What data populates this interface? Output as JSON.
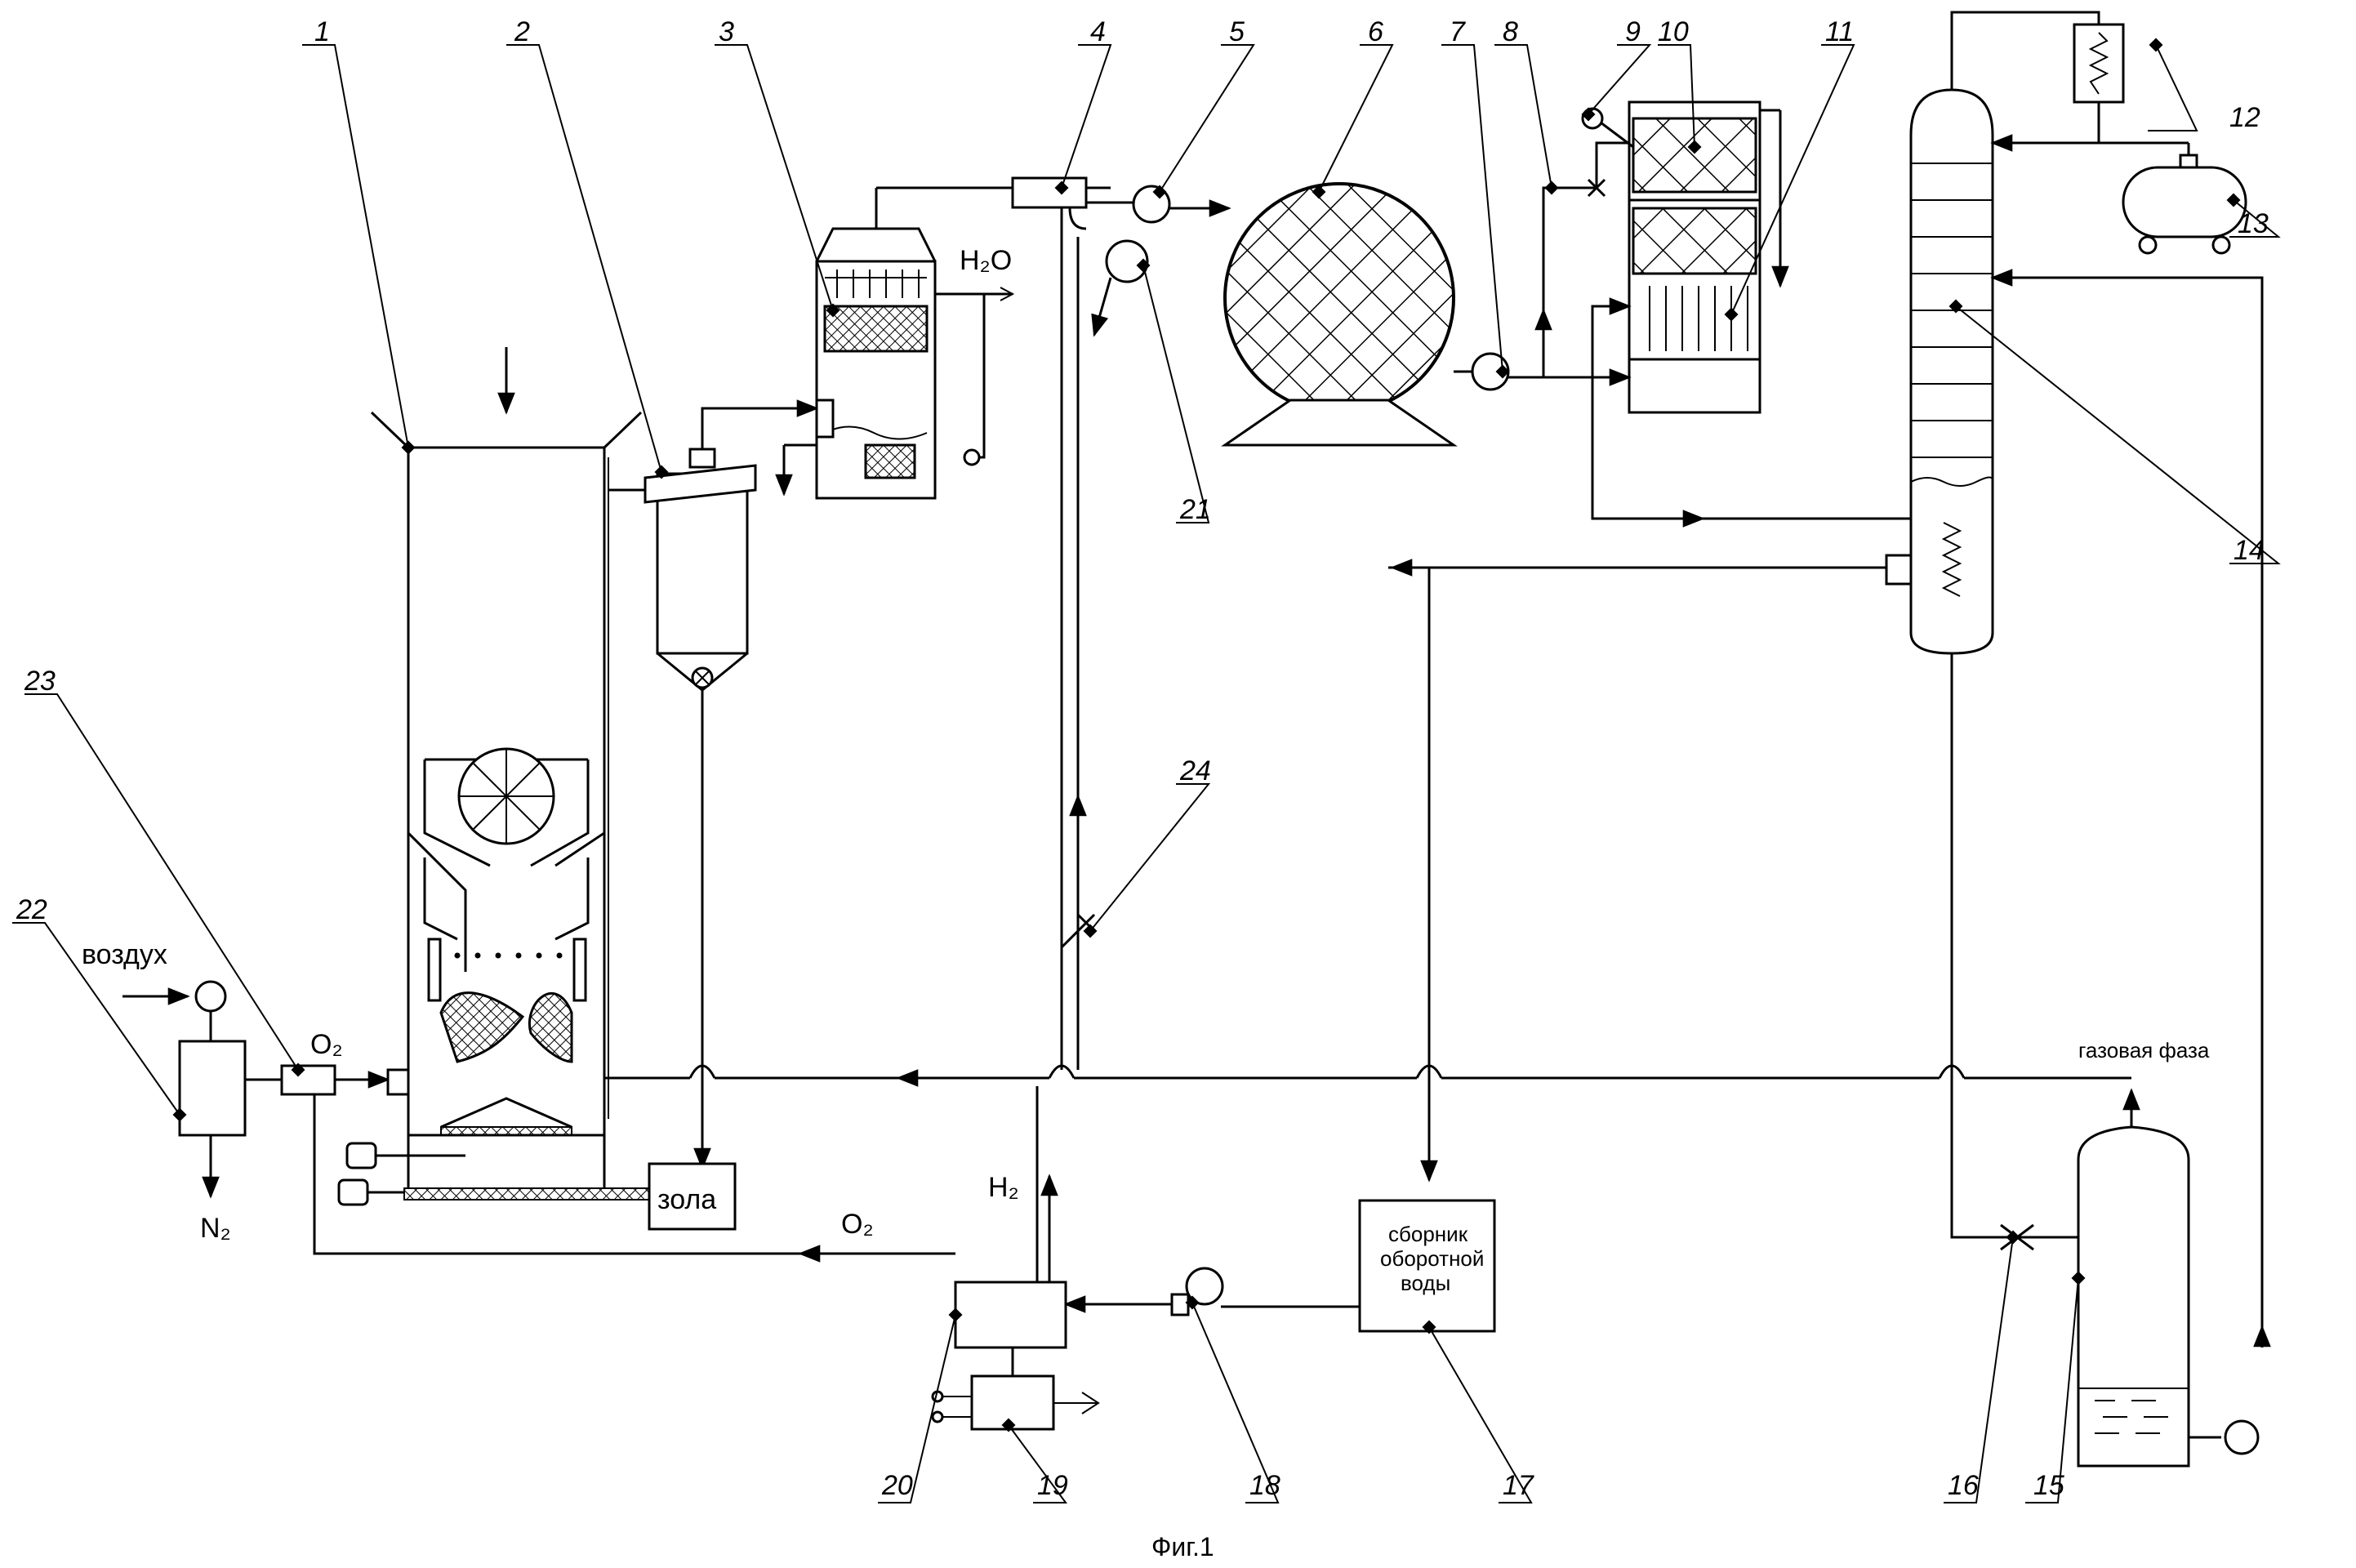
{
  "figure": {
    "caption": "Фиг.1",
    "numbers": [
      "1",
      "2",
      "3",
      "4",
      "5",
      "6",
      "7",
      "8",
      "9",
      "10",
      "11",
      "12",
      "13",
      "14",
      "15",
      "16",
      "17",
      "18",
      "19",
      "20",
      "21",
      "22",
      "23",
      "24"
    ],
    "texts": {
      "h2o": "H₂O",
      "air": "воздух",
      "o2_top": "O₂",
      "n2": "N₂",
      "ash": "зола",
      "o2_bottom": "O₂",
      "h2": "H₂",
      "gas_phase": "газовая фаза",
      "collector_line1": "сборник",
      "collector_line2": "оборотной",
      "collector_line3": "воды"
    }
  }
}
